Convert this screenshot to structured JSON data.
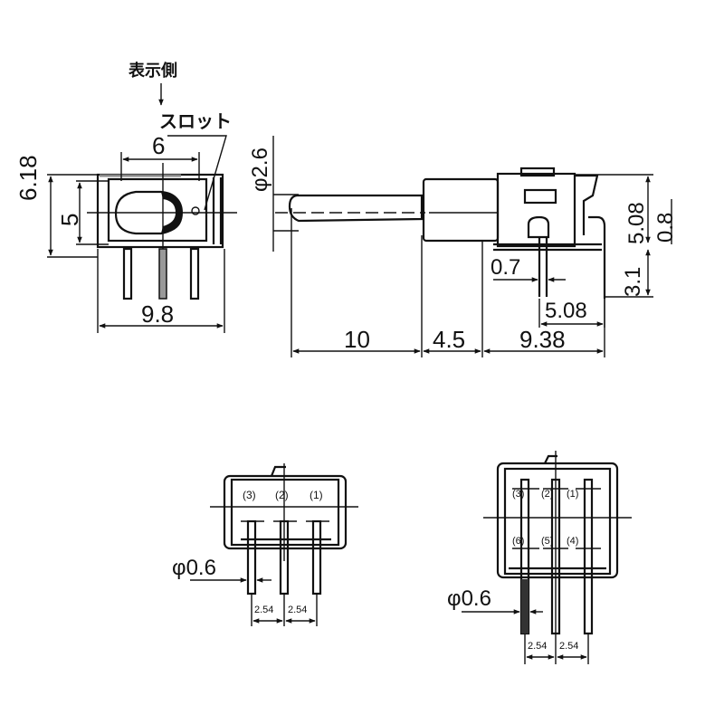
{
  "front_view": {
    "display_side_label": "表示側",
    "slot_label": "スロット",
    "dims": {
      "width_top": "6",
      "height_outer": "6.18",
      "height_inner": "5",
      "width_bottom": "9.8"
    }
  },
  "side_view": {
    "dims": {
      "lever_diameter": "φ2.6",
      "lever_length": "10",
      "bushing_length": "4.5",
      "body_length": "9.38",
      "body_height": "5.08",
      "terminal_offset": "0.8",
      "terminal_height": "3.1",
      "terminal_width": "0.7",
      "terminal_pitch": "5.08"
    }
  },
  "bottom_view_single": {
    "pin_labels": [
      "(3)",
      "(2)",
      "(1)"
    ],
    "pin_diameter": "φ0.6",
    "pitch": [
      "2.54",
      "2.54"
    ]
  },
  "bottom_view_double": {
    "pin_labels_top": [
      "(3)",
      "(2)",
      "(1)"
    ],
    "pin_labels_bottom": [
      "(6)",
      "(5)",
      "(4)"
    ],
    "pin_diameter": "φ0.6",
    "pitch": [
      "2.54",
      "2.54"
    ]
  }
}
